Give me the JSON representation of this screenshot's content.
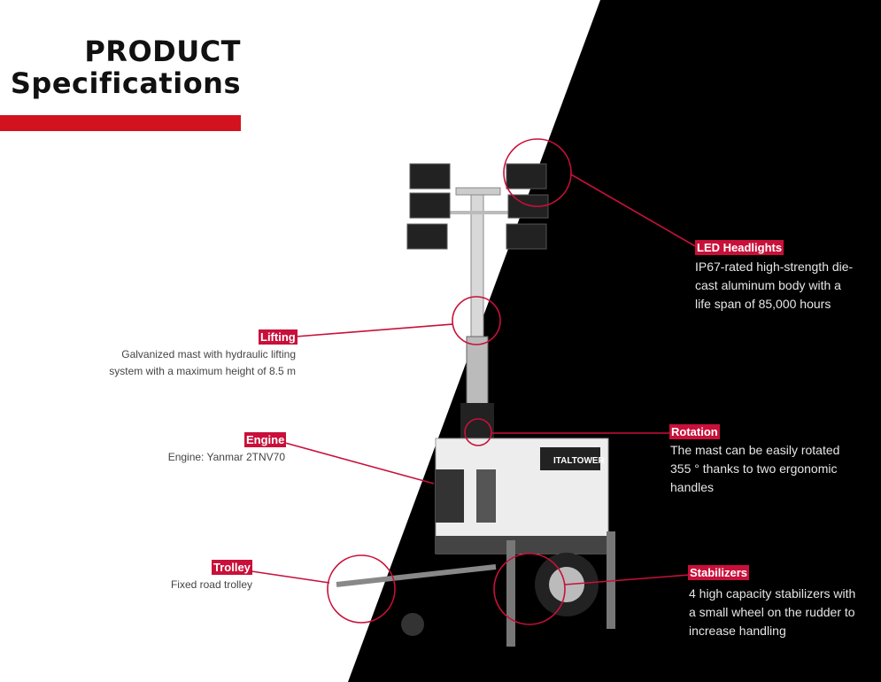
{
  "title": {
    "line1": "PRODUCT",
    "line2": "Specifications"
  },
  "colors": {
    "accent": "#d3121f",
    "tag": "#c8103a",
    "dark": "#000000"
  },
  "callouts": [
    {
      "label": "LED Headlights",
      "text": [
        "IP67-rated high-strength die-",
        "cast aluminum body with a",
        "life span of 85,000 hours"
      ]
    },
    {
      "label": "Lifting",
      "text": [
        "Galvanized mast with hydraulic lifting",
        "system with a maximum height of 8.5 m"
      ]
    },
    {
      "label": "Engine",
      "text": [
        "Engine: Yanmar 2TNV70"
      ]
    },
    {
      "label": "Rotation",
      "text": [
        "The mast can be easily rotated",
        "355 ° thanks to two ergonomic",
        "handles"
      ]
    },
    {
      "label": "Trolley",
      "text": [
        "Fixed road trolley"
      ]
    },
    {
      "label": "Stabilizers",
      "text": [
        "4 high capacity stabilizers with",
        "a small wheel on the rudder to",
        "increase handling"
      ]
    }
  ],
  "brand": "ITALTOWER"
}
